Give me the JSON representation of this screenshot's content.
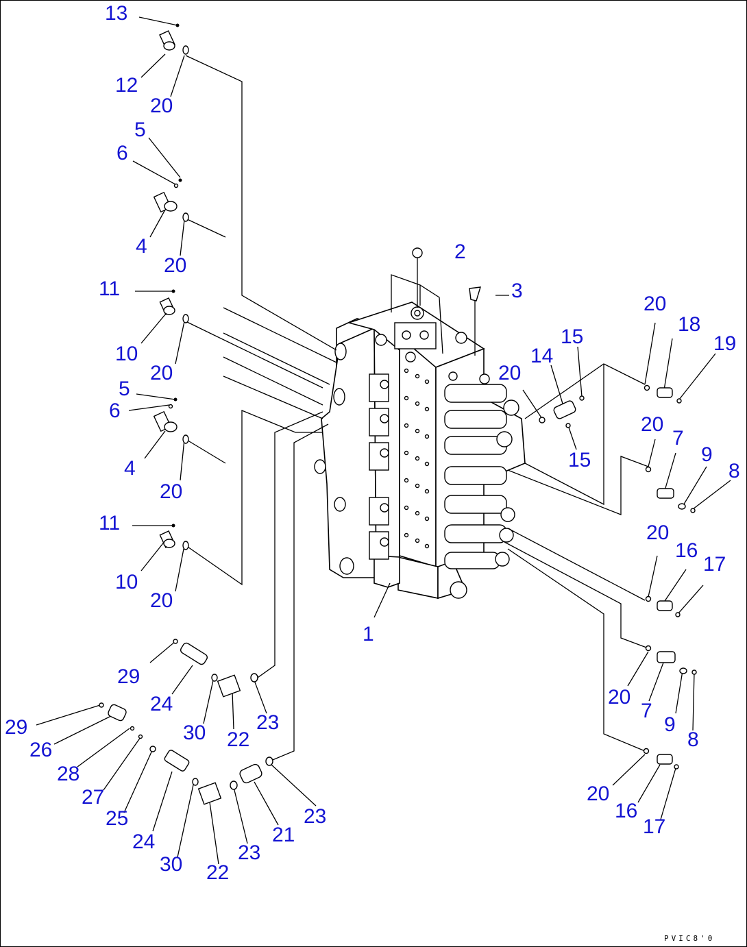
{
  "diagram": {
    "drawing_ref": "PVIC8'0",
    "callouts": [
      {
        "id": "c13a",
        "label": "13"
      },
      {
        "id": "c12",
        "label": "12"
      },
      {
        "id": "c20a",
        "label": "20"
      },
      {
        "id": "c5a",
        "label": "5"
      },
      {
        "id": "c6a",
        "label": "6"
      },
      {
        "id": "c4a",
        "label": "4"
      },
      {
        "id": "c20b",
        "label": "20"
      },
      {
        "id": "c2",
        "label": "2"
      },
      {
        "id": "c3",
        "label": "3"
      },
      {
        "id": "c11a",
        "label": "11"
      },
      {
        "id": "c10a",
        "label": "10"
      },
      {
        "id": "c20c",
        "label": "20"
      },
      {
        "id": "c20d",
        "label": "20"
      },
      {
        "id": "c14",
        "label": "14"
      },
      {
        "id": "c15a",
        "label": "15"
      },
      {
        "id": "c15b",
        "label": "15"
      },
      {
        "id": "c20e",
        "label": "20"
      },
      {
        "id": "c18",
        "label": "18"
      },
      {
        "id": "c19",
        "label": "19"
      },
      {
        "id": "c5b",
        "label": "5"
      },
      {
        "id": "c6b",
        "label": "6"
      },
      {
        "id": "c4b",
        "label": "4"
      },
      {
        "id": "c20f",
        "label": "20"
      },
      {
        "id": "c20g",
        "label": "20"
      },
      {
        "id": "c7a",
        "label": "7"
      },
      {
        "id": "c9a",
        "label": "9"
      },
      {
        "id": "c8a",
        "label": "8"
      },
      {
        "id": "c11b",
        "label": "11"
      },
      {
        "id": "c10b",
        "label": "10"
      },
      {
        "id": "c20h",
        "label": "20"
      },
      {
        "id": "c20i",
        "label": "20"
      },
      {
        "id": "c16a",
        "label": "16"
      },
      {
        "id": "c17a",
        "label": "17"
      },
      {
        "id": "c1",
        "label": "1"
      },
      {
        "id": "c29a",
        "label": "29"
      },
      {
        "id": "c24a",
        "label": "24"
      },
      {
        "id": "c30a",
        "label": "30"
      },
      {
        "id": "c22a",
        "label": "22"
      },
      {
        "id": "c23a",
        "label": "23"
      },
      {
        "id": "c20j",
        "label": "20"
      },
      {
        "id": "c7b",
        "label": "7"
      },
      {
        "id": "c9b",
        "label": "9"
      },
      {
        "id": "c8b",
        "label": "8"
      },
      {
        "id": "c29b",
        "label": "29"
      },
      {
        "id": "c26",
        "label": "26"
      },
      {
        "id": "c28",
        "label": "28"
      },
      {
        "id": "c27",
        "label": "27"
      },
      {
        "id": "c25",
        "label": "25"
      },
      {
        "id": "c24b",
        "label": "24"
      },
      {
        "id": "c30b",
        "label": "30"
      },
      {
        "id": "c22b",
        "label": "22"
      },
      {
        "id": "c23b",
        "label": "23"
      },
      {
        "id": "c21",
        "label": "21"
      },
      {
        "id": "c23c",
        "label": "23"
      },
      {
        "id": "c20k",
        "label": "20"
      },
      {
        "id": "c16b",
        "label": "16"
      },
      {
        "id": "c17b",
        "label": "17"
      }
    ]
  },
  "colors": {
    "callout": "#1414d2",
    "line": "#000000",
    "background": "#ffffff"
  }
}
